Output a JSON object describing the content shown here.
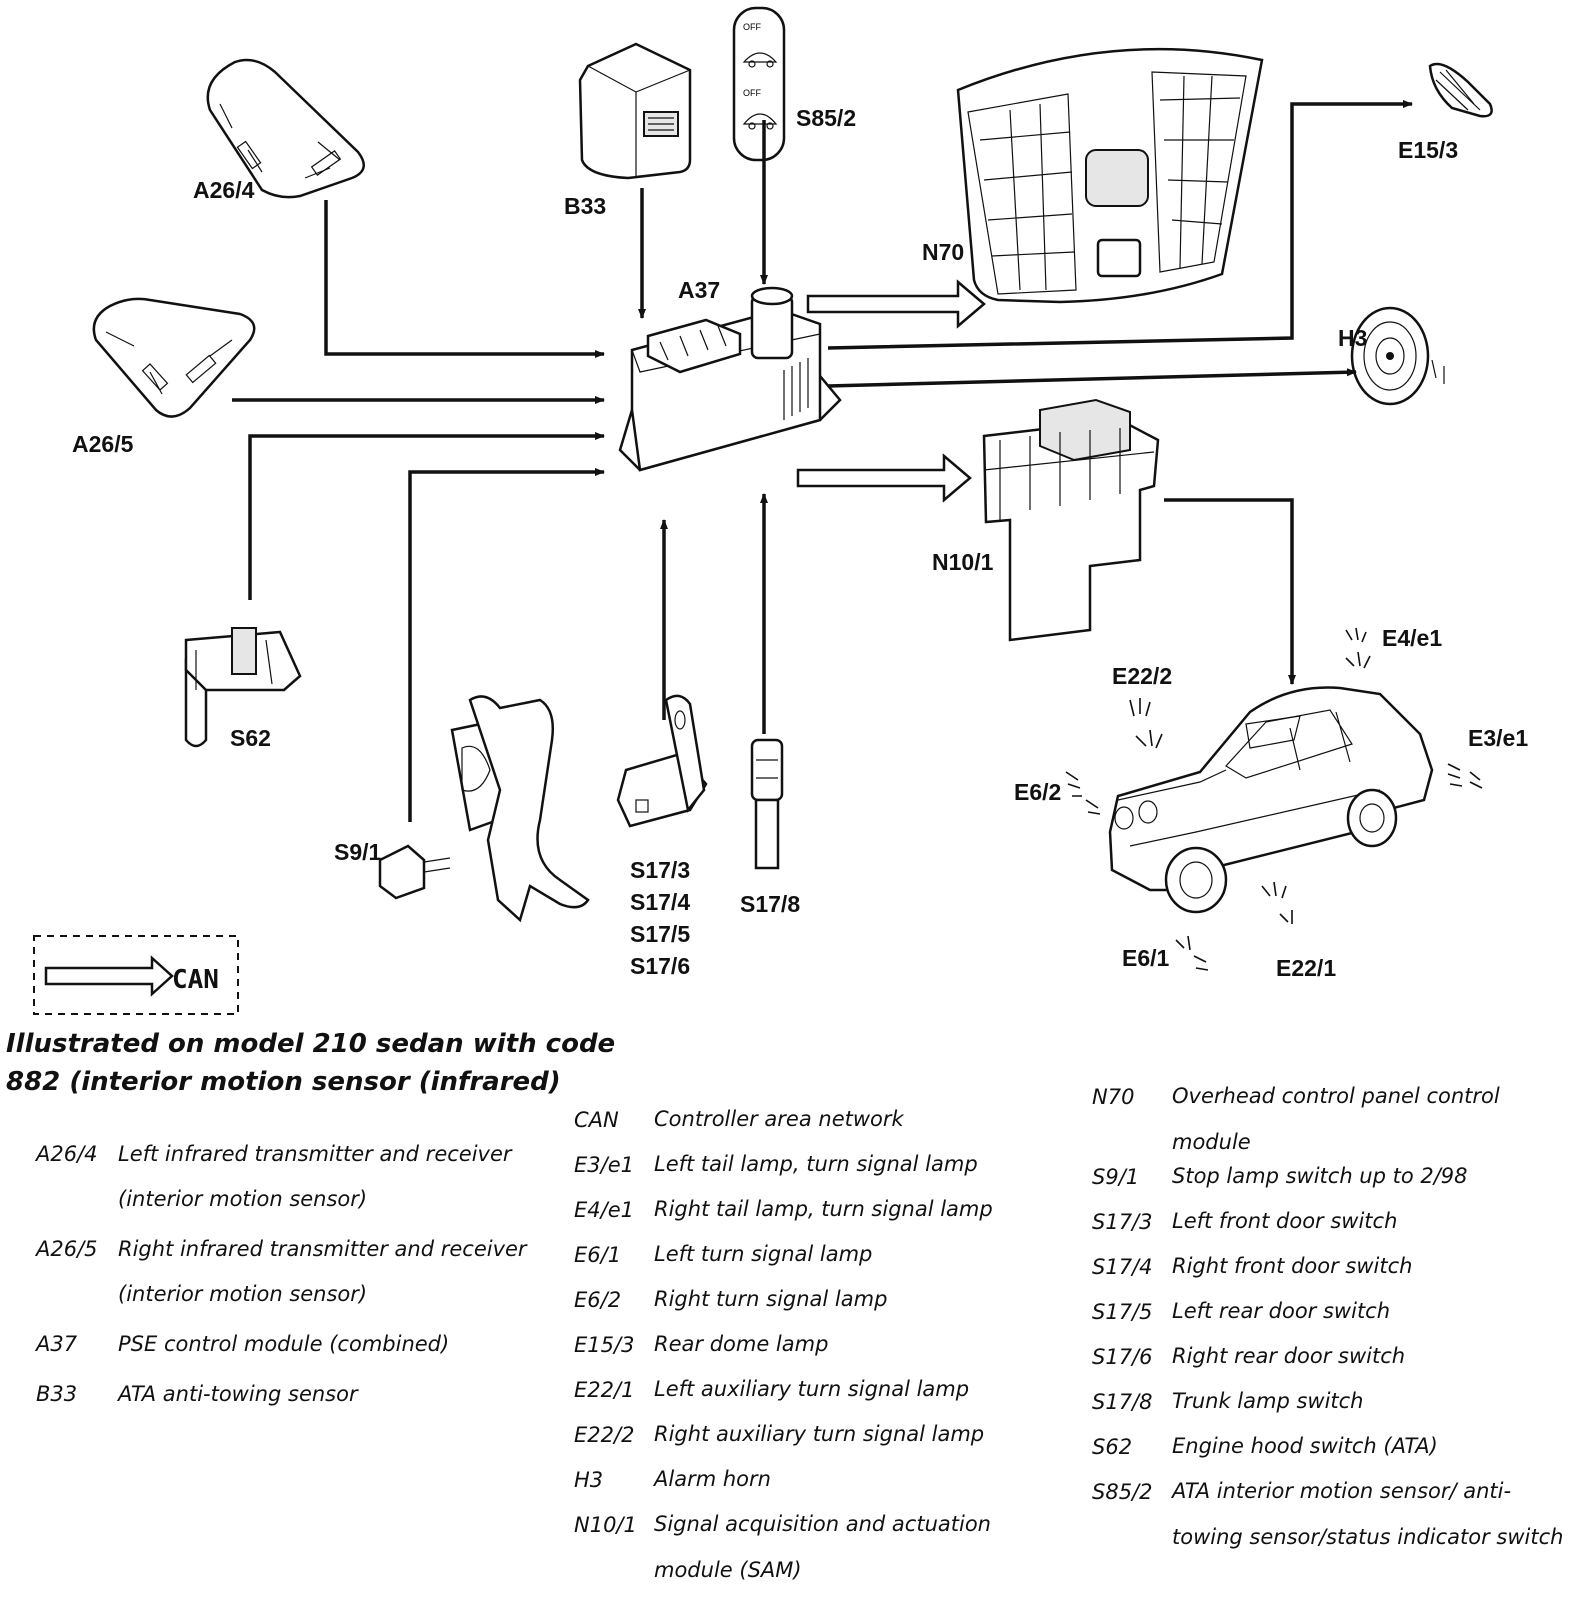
{
  "diagram": {
    "labels": {
      "a26_4": "A26/4",
      "a26_5": "A26/5",
      "b33": "B33",
      "s85_2": "S85/2",
      "a37": "A37",
      "n70": "N70",
      "e15_3": "E15/3",
      "h3": "H3",
      "n10_1": "N10/1",
      "s62": "S62",
      "s9_1": "S9/1",
      "s17_3": "S17/3",
      "s17_4": "S17/4",
      "s17_5": "S17/5",
      "s17_6": "S17/6",
      "s17_8": "S17/8",
      "e22_2": "E22/2",
      "e4_e1": "E4/e1",
      "e3_e1": "E3/e1",
      "e6_2": "E6/2",
      "e6_1": "E6/1",
      "e22_1": "E22/1",
      "switch_off_top": "OFF",
      "switch_off_bottom": "OFF"
    },
    "can_key": "CAN"
  },
  "caption": "Illustrated on model 210 sedan with code 882 (interior motion sensor (infrared)",
  "legend_left": [
    {
      "code": "A26/4",
      "desc": "Left infrared transmitter and receiver (interior motion sensor)"
    },
    {
      "code": "A26/5",
      "desc": "Right infrared transmitter and receiver (interior motion sensor)"
    },
    {
      "code": "A37",
      "desc": "PSE control module (combined)"
    },
    {
      "code": "B33",
      "desc": "ATA anti-towing sensor"
    }
  ],
  "legend_middle": [
    {
      "code": "CAN",
      "desc": "Controller area network"
    },
    {
      "code": "E3/e1",
      "desc": "Left tail lamp, turn signal lamp"
    },
    {
      "code": "E4/e1",
      "desc": "Right tail lamp, turn signal lamp"
    },
    {
      "code": "E6/1",
      "desc": "Left turn signal lamp"
    },
    {
      "code": "E6/2",
      "desc": "Right turn signal lamp"
    },
    {
      "code": "E15/3",
      "desc": "Rear dome lamp"
    },
    {
      "code": "E22/1",
      "desc": "Left auxiliary turn signal lamp"
    },
    {
      "code": "E22/2",
      "desc": "Right auxiliary turn signal lamp"
    },
    {
      "code": "H3",
      "desc": "Alarm horn"
    },
    {
      "code": "N10/1",
      "desc": "Signal acquisition and actuation module (SAM)"
    }
  ],
  "legend_right": [
    {
      "code": "N70",
      "desc": "Overhead control panel control module"
    },
    {
      "code": "S9/1",
      "desc": "Stop lamp switch up to 2/98"
    },
    {
      "code": "S17/3",
      "desc": "Left front door switch"
    },
    {
      "code": "S17/4",
      "desc": "Right front door switch"
    },
    {
      "code": "S17/5",
      "desc": "Left rear door switch"
    },
    {
      "code": "S17/6",
      "desc": "Right rear door switch"
    },
    {
      "code": "S17/8",
      "desc": "Trunk lamp switch"
    },
    {
      "code": "S62",
      "desc": "Engine hood switch (ATA)"
    },
    {
      "code": "S85/2",
      "desc": "ATA interior motion sensor/ anti-towing sensor/status indicator switch"
    }
  ]
}
